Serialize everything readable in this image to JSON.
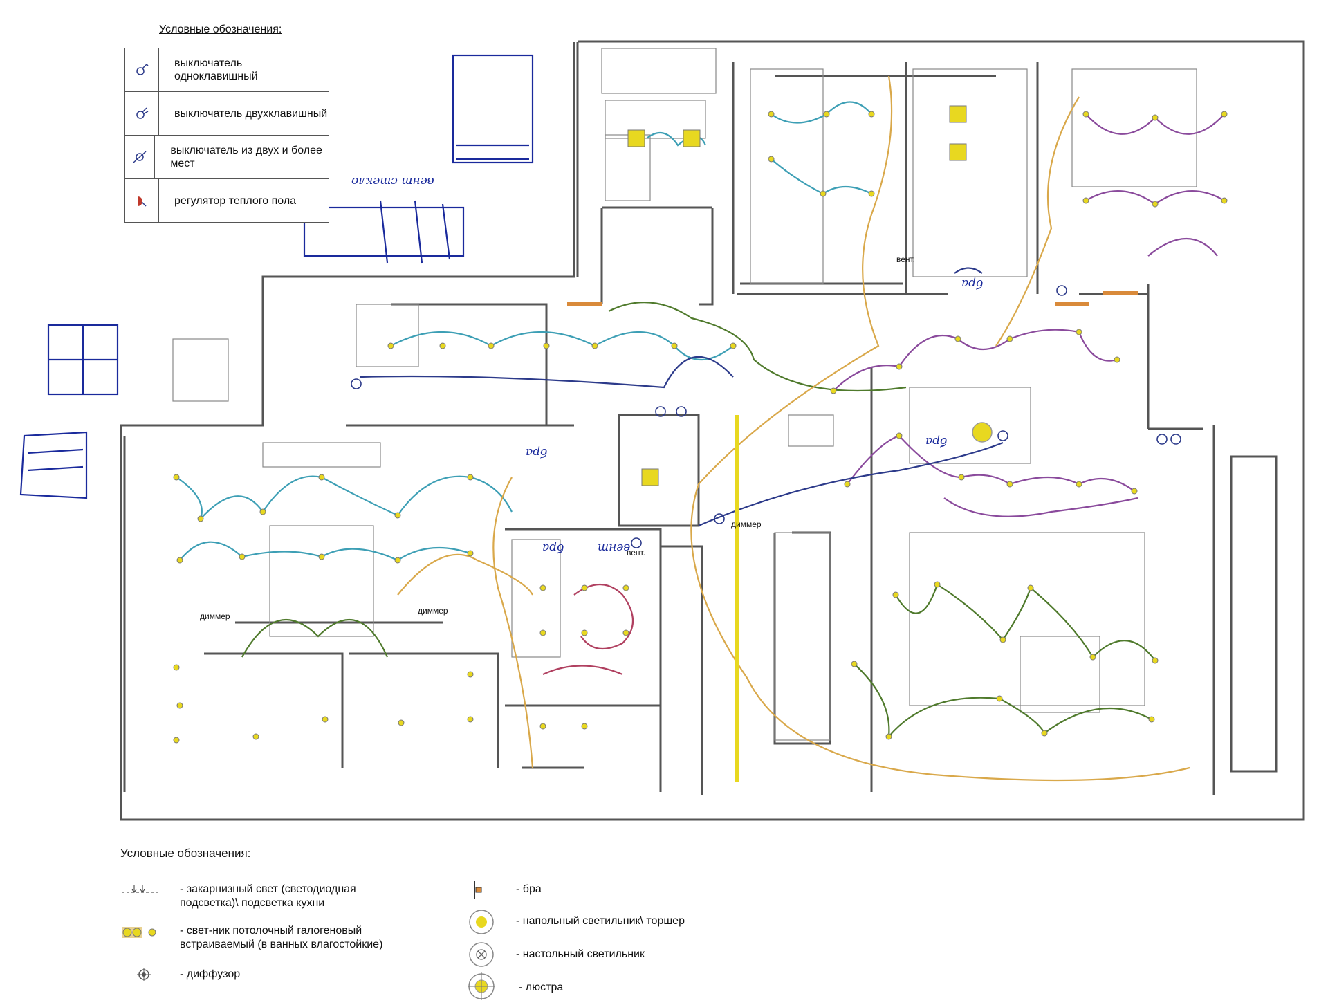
{
  "legend_top": {
    "title": "Условные обозначения:",
    "items": [
      {
        "icon": "single-switch-icon",
        "text": "выключатель одноклавишный"
      },
      {
        "icon": "double-switch-icon",
        "text": "выключатель двухклавишный"
      },
      {
        "icon": "multi-location-switch-icon",
        "text": "выключатель из двух и более мест"
      },
      {
        "icon": "floor-heating-regulator-icon",
        "text": "регулятор теплого пола"
      }
    ]
  },
  "legend_bottom": {
    "title": "Условные обозначения:",
    "items": [
      {
        "icon": "cornice-light-icon",
        "text": "- закарнизный свет (светодиодная подсветка)\\ подсветка кухни"
      },
      {
        "icon": "halogen-spot-icon",
        "text": "- свет-ник потолочный галогеновый встраиваемый (в ванных влагостойкие)"
      },
      {
        "icon": "diffuser-icon",
        "text": "- диффузор"
      },
      {
        "icon": "sconce-icon",
        "text": "- бра"
      },
      {
        "icon": "floor-lamp-icon",
        "text": "- напольный светильник\\ торшер"
      },
      {
        "icon": "table-lamp-icon",
        "text": "- настольный светильник"
      },
      {
        "icon": "chandelier-icon",
        "text": "- люстра"
      }
    ]
  },
  "plan_labels": {
    "dimmer_1": "диммер",
    "dimmer_2": "диммер",
    "dimmer_3": "диммер",
    "vent_1": "вент.",
    "vent_2": "вент."
  },
  "handwritten": {
    "note_1": "вент стекло",
    "note_2": "бра",
    "note_3": "бра",
    "note_4": "бра",
    "note_5": "бра",
    "note_6": "вент"
  },
  "colors": {
    "wire_teal": "#3d9fb5",
    "wire_purple": "#8a4a9c",
    "wire_green": "#4f7a2c",
    "wire_orange": "#d9a84a",
    "wire_navy": "#2c3a8a",
    "wire_crimson": "#b04060",
    "spot_yellow": "#e8d820",
    "handwriting_blue": "#1a2a9c",
    "wall": "#555555"
  }
}
